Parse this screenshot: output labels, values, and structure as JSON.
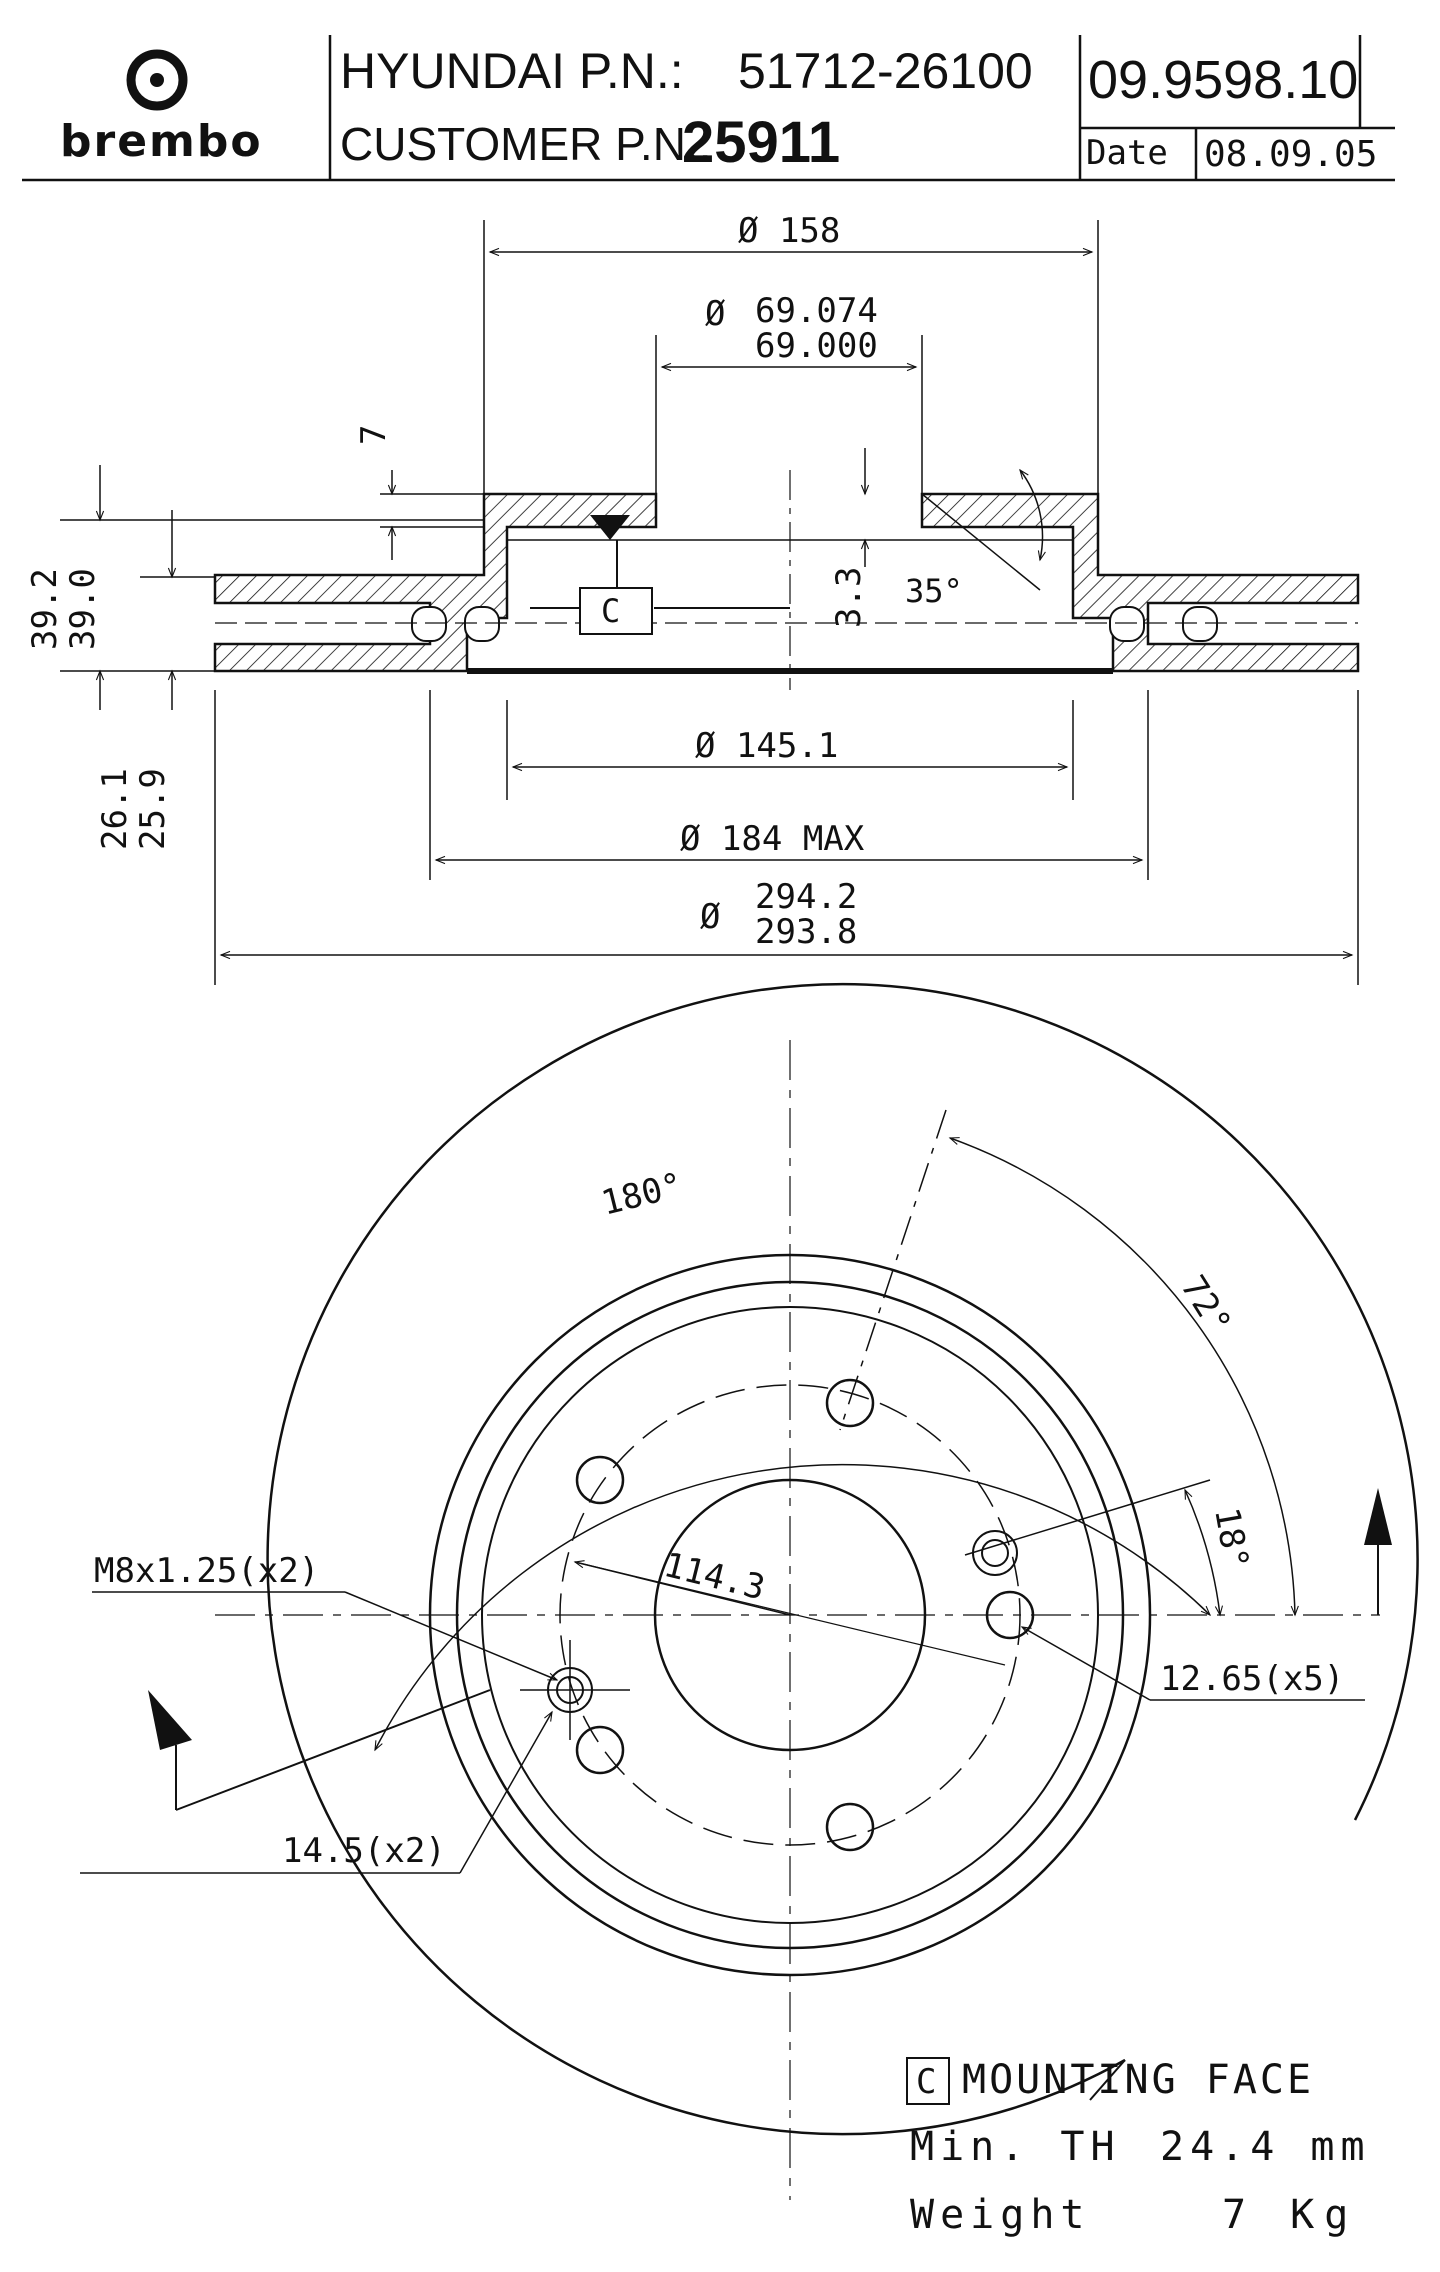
{
  "header": {
    "brand": "brembo",
    "oem_label": "HYUNDAI P.N.:",
    "oem_number": "51712-26100",
    "customer_label": "CUSTOMER P.N.:",
    "customer_number": "25911",
    "drawing_number": "09.9598.10",
    "date_label": "Date",
    "date_value": "08.09.05"
  },
  "section_view": {
    "dia_hat_outer": "Ø 158",
    "dia_bore_prefix": "Ø",
    "dia_bore_max": "69.074",
    "dia_bore_min": "69.000",
    "hat_depth": "7",
    "height_max": "39.2",
    "height_min": "39.0",
    "thickness_max": "26.1",
    "thickness_min": "25.9",
    "recess": "3.3",
    "angle": "35°",
    "datum": "C",
    "dia_hat_inner": "Ø 145.1",
    "dia_braking_inner": "Ø 184 MAX",
    "dia_outer_prefix": "Ø",
    "dia_outer_max": "294.2",
    "dia_outer_min": "293.8"
  },
  "front_view": {
    "angle_180": "180°",
    "angle_72": "72°",
    "angle_18": "18°",
    "pcd": "114.3",
    "thread": "M8x1.25(x2)",
    "bolt_hole": "12.65(x5)",
    "pin_hole": "14.5(x2)"
  },
  "notes": {
    "datum": "C",
    "mounting_face": "MOUNTING FACE",
    "min_th_label": "Min. TH",
    "min_th_value": "24.4 mm",
    "weight_label": "Weight",
    "weight_value": "7 Kg"
  }
}
